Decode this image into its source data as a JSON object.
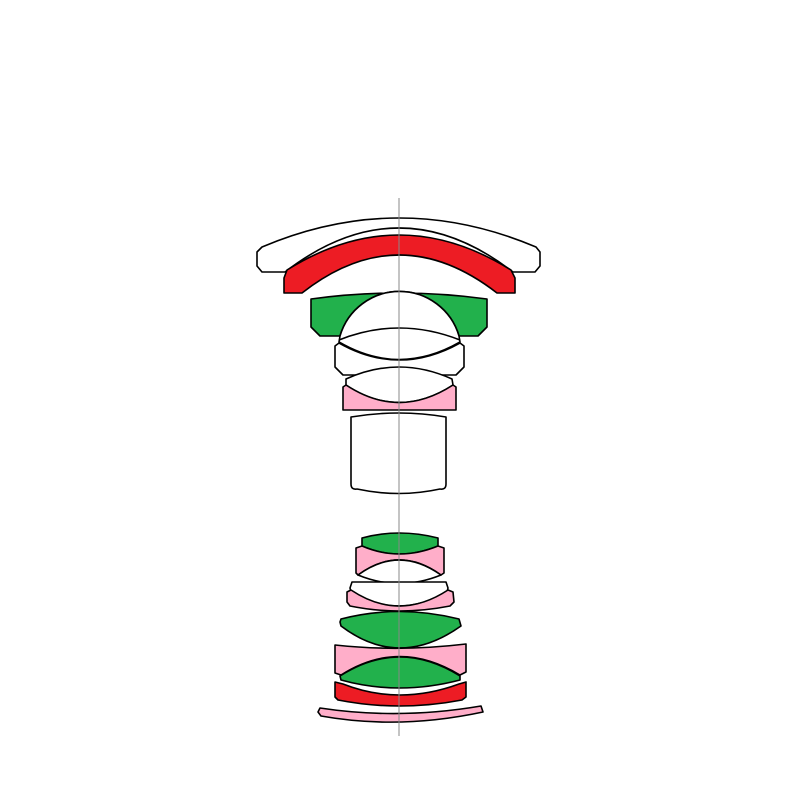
{
  "diagram": {
    "type": "lens-element-cross-section",
    "colors": {
      "red": "#ed1c24",
      "green": "#22b14c",
      "pink": "#ffaec9",
      "white": "#ffffff",
      "outline": "#000000",
      "optical_axis": "#888888"
    },
    "front_group": [
      {
        "id": "e1",
        "fill": "white"
      },
      {
        "id": "e2",
        "fill": "red"
      },
      {
        "id": "e3",
        "fill": "green"
      },
      {
        "id": "e4",
        "fill": "white"
      },
      {
        "id": "e5",
        "fill": "white"
      },
      {
        "id": "e6",
        "fill": "white"
      },
      {
        "id": "e7",
        "fill": "pink"
      },
      {
        "id": "e8",
        "fill": "white"
      }
    ],
    "rear_group": [
      {
        "id": "e9",
        "fill": "green"
      },
      {
        "id": "e10",
        "fill": "pink"
      },
      {
        "id": "e11",
        "fill": "white"
      },
      {
        "id": "e12",
        "fill": "white"
      },
      {
        "id": "e13",
        "fill": "pink"
      },
      {
        "id": "e14",
        "fill": "green"
      },
      {
        "id": "e15",
        "fill": "pink"
      },
      {
        "id": "e16",
        "fill": "green"
      },
      {
        "id": "e17",
        "fill": "red"
      },
      {
        "id": "e18",
        "fill": "pink"
      }
    ]
  }
}
